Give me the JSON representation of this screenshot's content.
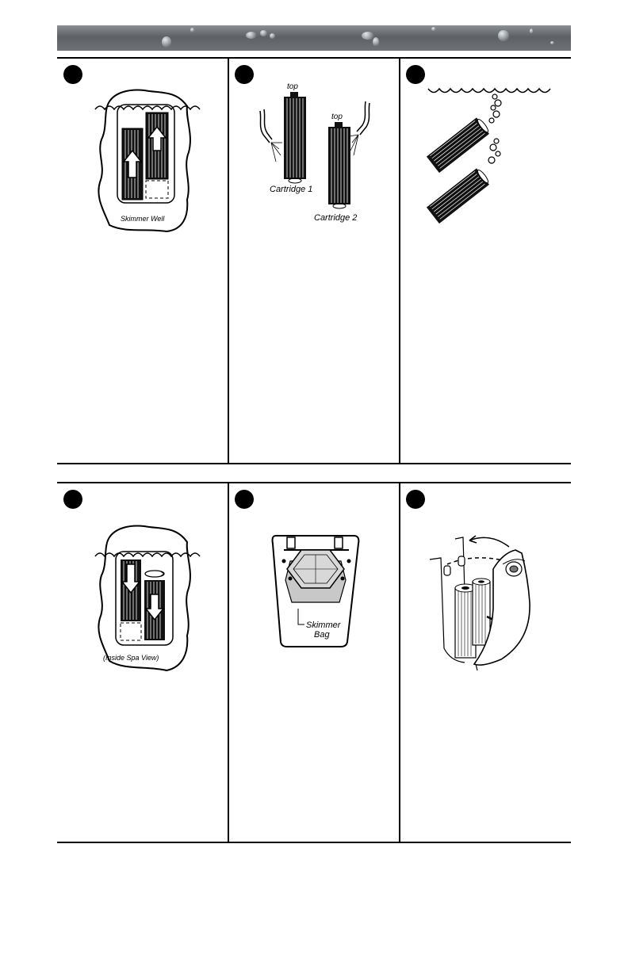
{
  "figures": {
    "skimmer_well_label": "Skimmer  Well",
    "top_label_1": "top",
    "top_label_2": "top",
    "cartridge_1_label": "Cartridge  1",
    "cartridge_2_label": "Cartridge  2",
    "inside_spa_view_label": "(Inside  Spa  View)",
    "skimmer_bag_label_line1": "Skimmer",
    "skimmer_bag_label_line2": "Bag"
  },
  "colors": {
    "banner": "#6e7276",
    "rule": "#000000",
    "bag_fill": "#c8c8c8"
  },
  "icons": [
    "step-marker",
    "water-drop",
    "spray-hose-icon",
    "rotate-arrow-icon",
    "up-arrow-icon",
    "down-arrow-icon"
  ]
}
